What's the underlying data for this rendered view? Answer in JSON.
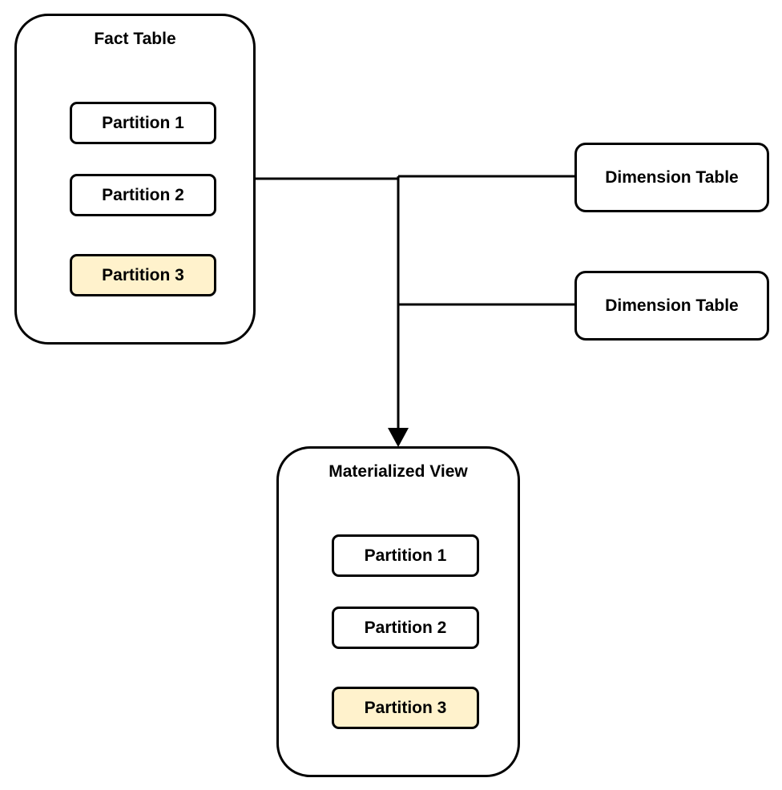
{
  "fact_table": {
    "title": "Fact Table",
    "partitions": [
      "Partition 1",
      "Partition 2",
      "Partition 3"
    ]
  },
  "dimension_tables": [
    "Dimension Table",
    "Dimension Table"
  ],
  "materialized_view": {
    "title": "Materialized View",
    "partitions": [
      "Partition 1",
      "Partition 2",
      "Partition 3"
    ]
  },
  "colors": {
    "stroke": "#000000",
    "highlight_fill": "#fff2cc",
    "background": "#ffffff"
  }
}
